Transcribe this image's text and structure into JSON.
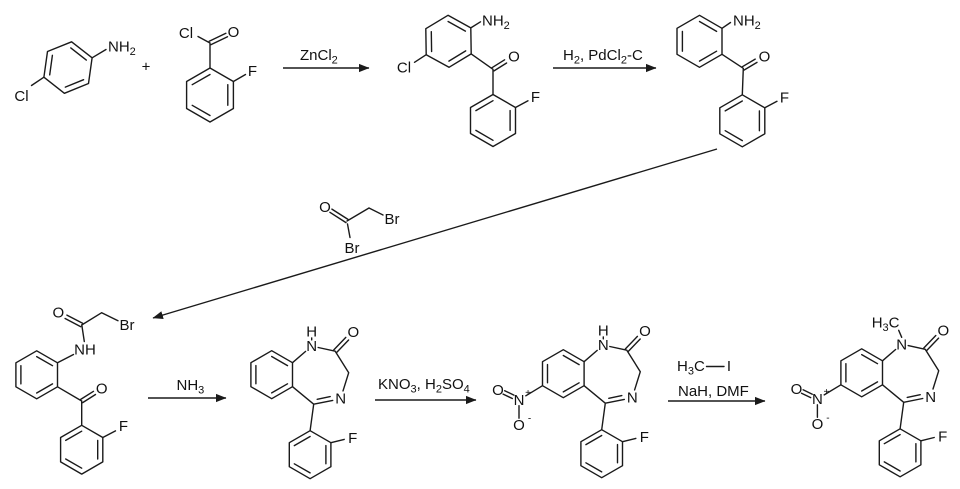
{
  "atoms": {
    "oxygen": "O",
    "nitrogen": "N",
    "fluorine": "F",
    "chlorine": "Cl",
    "bromine": "Br",
    "hydrogen": "H",
    "amide_nh": "NH"
  },
  "charges": {
    "plus": "+",
    "minus": "-"
  },
  "labels": {
    "amine": {
      "base": "NH",
      "sub": "2"
    },
    "methyl": {
      "h": "H",
      "sub": "3",
      "c": "C"
    }
  },
  "operators": {
    "plus": "+"
  },
  "reagents": {
    "step1": {
      "base": "ZnCl",
      "sub": "2"
    },
    "step2": {
      "p1": "H",
      "s1": "2",
      "p2": ", PdCl",
      "s2": "2",
      "p3": "-C"
    },
    "step3": {
      "base": "NH",
      "sub": "3"
    },
    "step4": {
      "p1": "KNO",
      "s1": "3",
      "p2": ", H",
      "s2": "2",
      "p3": "SO",
      "s3": "4"
    },
    "step5a": {
      "p1": "H",
      "s1": "3",
      "p2": "C",
      "iodide": "I"
    },
    "step5b": "NaH, DMF"
  }
}
